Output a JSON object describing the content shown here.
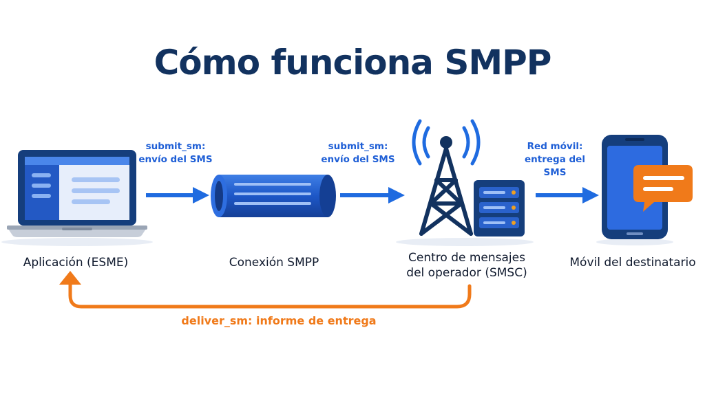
{
  "title": "Cómo funciona SMPP",
  "nodes": {
    "esme": {
      "label": "Aplicación (ESME)",
      "icon": "laptop-icon"
    },
    "connection": {
      "label": "Conexión SMPP",
      "icon": "pipe-connection-icon"
    },
    "smsc": {
      "label_line1": "Centro de mensajes",
      "label_line2": "del operador (SMSC)",
      "icon": "cell-tower-server-icon"
    },
    "phone": {
      "label": "Móvil del destinatario",
      "icon": "smartphone-message-icon"
    }
  },
  "flows": [
    {
      "line1": "submit_sm:",
      "line2": "envío del SMS"
    },
    {
      "line1": "submit_sm:",
      "line2": "envío del SMS"
    },
    {
      "line1": "Red móvil:",
      "line2": "entrega del SMS"
    }
  ],
  "return_flow": {
    "label": "deliver_sm: informe de entrega"
  },
  "colors": {
    "navy": "#12325f",
    "blue": "#1f6be0",
    "orange": "#f07a1a"
  }
}
